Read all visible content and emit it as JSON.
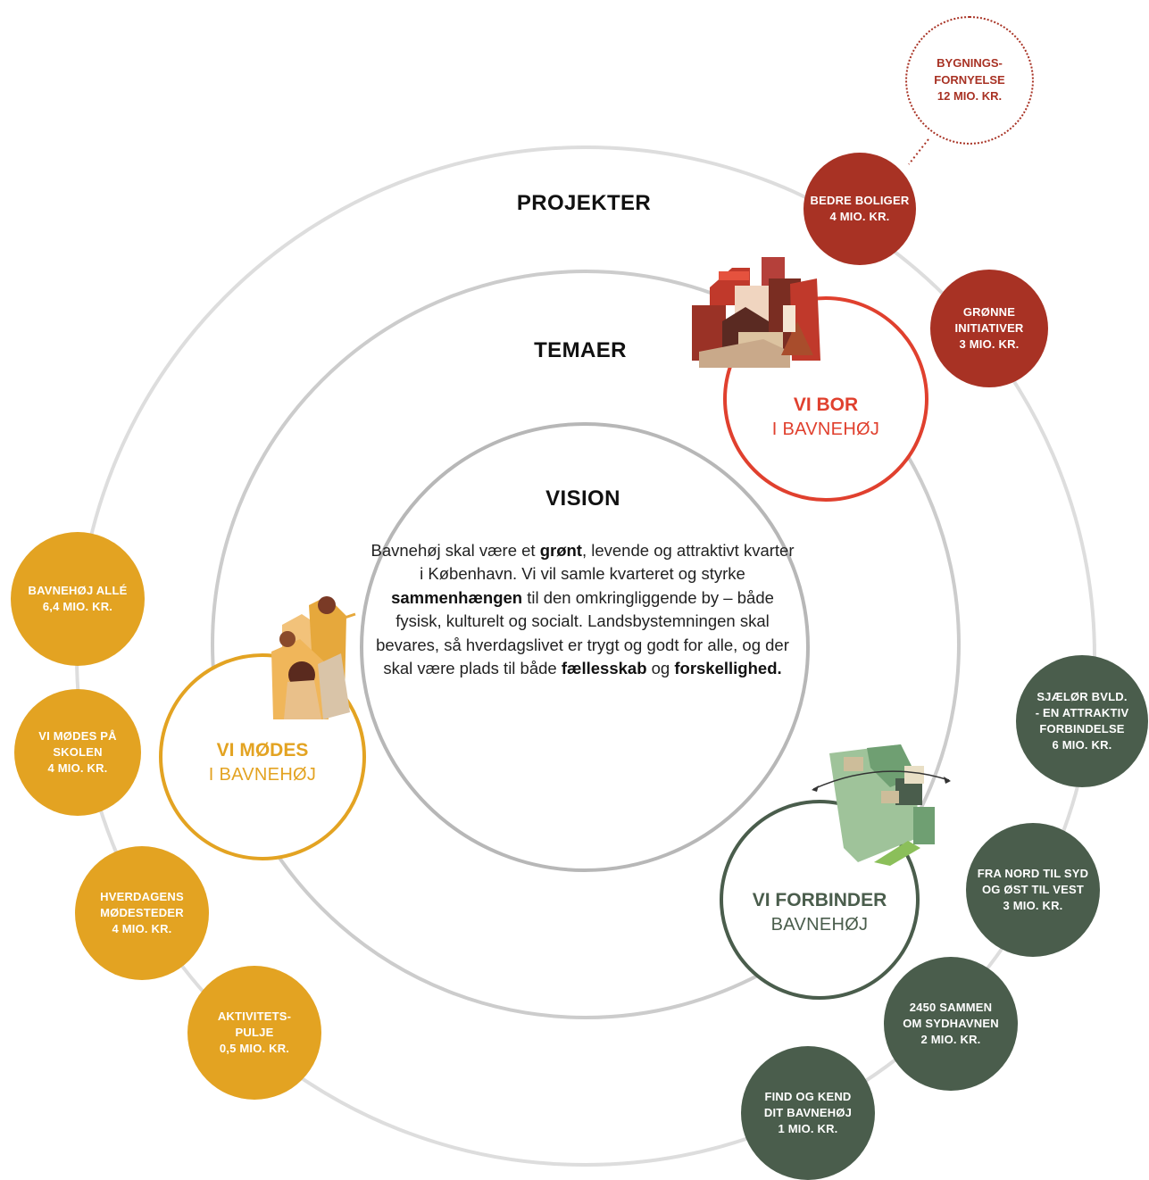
{
  "colors": {
    "red": "#a83224",
    "red_theme": "#e0402e",
    "amber": "#e3a322",
    "green": "#4a5d4c",
    "ring": "#dddddd",
    "ring_mid": "#cccccc",
    "ring_inner": "#b7b7b7"
  },
  "labels": {
    "projekter": "PROJEKTER",
    "temaer": "TEMAER",
    "vision": "VISION"
  },
  "vision": {
    "p1": "Bavnehøj skal være et ",
    "b1": "grønt",
    "p2": ", levende og attraktivt kvarter i København. Vi vil samle kvarteret og styrke ",
    "b2": "sammenhængen",
    "p3": " til den omkringliggende by – både fysisk, kulturelt og socialt. Landsbystemningen skal bevares, så hverdagslivet er trygt og godt for alle, og der skal være plads til både ",
    "b3": "fællesskab",
    "p4": " og ",
    "b4": "forskellighed."
  },
  "themes": {
    "bor": {
      "title": "VI BOR",
      "sub": "I BAVNEHØJ",
      "icon": "houses-illustration"
    },
    "modes": {
      "title": "VI MØDES",
      "sub": "I BAVNEHØJ",
      "icon": "people-illustration"
    },
    "forbinder": {
      "title": "VI FORBINDER",
      "sub": "BAVNEHØJ",
      "icon": "map-illustration"
    }
  },
  "projects": {
    "bygning": "BYGNINGS-\nFORNYELSE\n12 MIO. KR.",
    "boliger": "BEDRE BOLIGER\n4 MIO. KR.",
    "gronne": "GRØNNE\nINITIATIVER\n3 MIO. KR.",
    "alle": "BAVNEHØJ ALLÉ\n6,4 MIO. KR.",
    "skolen": "VI MØDES PÅ\nSKOLEN\n4 MIO. KR.",
    "hverdag": "HVERDAGENS\nMØDESTEDER\n4 MIO. KR.",
    "aktivitet": "AKTIVITETS-\nPULJE\n0,5 MIO. KR.",
    "sjaelor": "SJÆLØR BVLD.\n- EN ATTRAKTIV\nFORBINDELSE\n6 MIO. KR.",
    "nordsyd": "FRA NORD TIL SYD\nOG ØST TIL VEST\n3 MIO. KR.",
    "sammen": "2450 SAMMEN\nOM SYDHAVNEN\n2 MIO. KR.",
    "find": "FIND OG KEND\nDIT BAVNEHØJ\n1 MIO. KR."
  }
}
